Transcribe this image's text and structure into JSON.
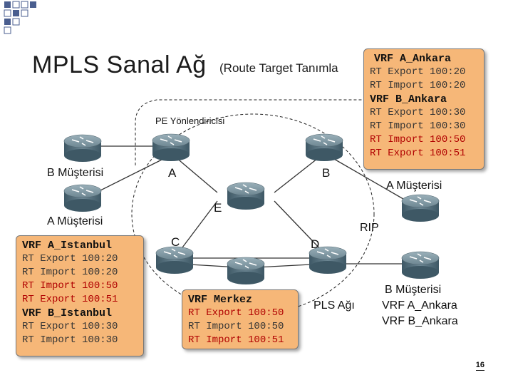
{
  "title": "MPLS Sanal Ağ",
  "subtitle": "(Route Target Tanımla",
  "pe_label": "PE Yönlendiricisi",
  "mpls_label": "PLS Ağı",
  "customers": {
    "b_left": "B Müşterisi",
    "a_left": "A Müşterisi",
    "a_right": "A Müşterisi",
    "b_right": "B Müşterisi",
    "b_right_vrf1": "VRF A_Ankara",
    "b_right_vrf2": "VRF B_Ankara"
  },
  "nodes": {
    "a": "A",
    "b": "B",
    "c": "C",
    "d": "D",
    "e": "E"
  },
  "rip": "RIP",
  "vrf_ankara": {
    "header1": "VRF A_Ankara",
    "r1": "RT Export 100:20",
    "r2": "RT Import 100:20",
    "header2": "VRF B_Ankara",
    "r3": "RT Export 100:30",
    "r4": "RT Import 100:30",
    "r5": "RT Import 100:50",
    "r6": "RT Export 100:51"
  },
  "vrf_istanbul": {
    "header1": "VRF A_Istanbul",
    "r1": "RT Export 100:20",
    "r2": "RT Import 100:20",
    "r3": "RT Import 100:50",
    "r4": "RT Export 100:51",
    "header2": "VRF B_Istanbul",
    "r5": "RT Export 100:30",
    "r6": "RT Import 100:30"
  },
  "vrf_merkez": {
    "header": "VRF Merkez",
    "r1": "RT Export 100:50",
    "r2": "RT Import 100:50",
    "r3": "RT Import 100:51"
  },
  "page_number": "16",
  "colors": {
    "box_fill": "#f6b778",
    "red_text": "#b00000",
    "deco_square": "#4a5e8f"
  },
  "icons": [
    "router-icon"
  ]
}
